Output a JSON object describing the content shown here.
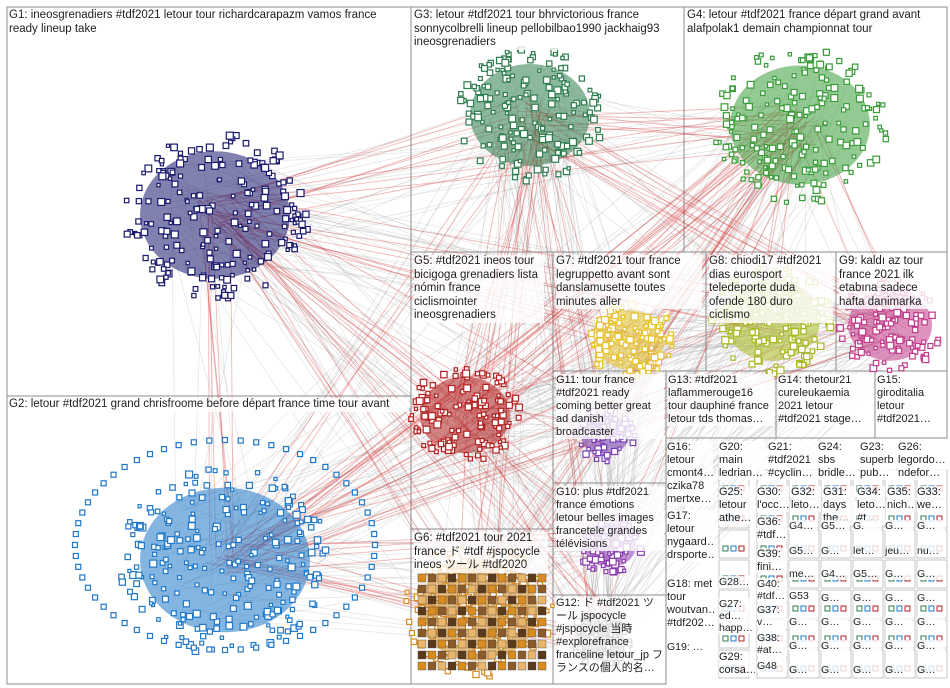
{
  "graph": {
    "groups": [
      {
        "id": "G1",
        "label": "G1: ineosgrenadiers #tdf2021 letour tour richardcarapazm vamos france ready lineup take",
        "color": "#1a1a6e"
      },
      {
        "id": "G2",
        "label": "G2: letour #tdf2021 grand chrisfroome before départ france time tour avant",
        "color": "#1f78c8"
      },
      {
        "id": "G3",
        "label": "G3: letour #tdf2021 tour bhrvictorious france sonnycolbrelli lineup pellobilbao1990 jackhaig93 ineosgrenadiers",
        "color": "#2e7d4f"
      },
      {
        "id": "G4",
        "label": "G4: letour #tdf2021 france départ grand avant alafpolak1 demain championnat tour",
        "color": "#3a9d3a"
      },
      {
        "id": "G5",
        "label": "G5: #tdf2021 ineos tour bicigoga grenadiers lista nómin france ciclismointer ineosgrenadiers",
        "color": "#b22222"
      },
      {
        "id": "G6",
        "label": "G6: #tdf2021 tour 2021 france ド #tdf #jspocycle ineos ツール #tdf2020",
        "color": "#d98c1f"
      },
      {
        "id": "G7",
        "label": "G7: #tdf2021 tour france legruppetto avant sont danslamusette toutes minutes aller",
        "color": "#e6c229"
      },
      {
        "id": "G8",
        "label": "G8: chiodi17 #tdf2021 dias eurosport teledeporte duda ofende 180 duro ciclismo",
        "color": "#a8b820"
      },
      {
        "id": "G9",
        "label": "G9: kaldı az tour france 2021 ilk etabına sadece hafta danimarka",
        "color": "#c23b8a"
      },
      {
        "id": "G10",
        "label": "G10: plus #tdf2021 france émotions letour belles images francetele grandes télévisions",
        "color": "#8a3bb0"
      },
      {
        "id": "G11",
        "label": "G11: tour france #tdf2021 ready coming better great ad danish broadcaster",
        "color": "#7a3fb4"
      },
      {
        "id": "G12",
        "label": "G12: ド #tdf2021 ツール jspocycle #jspocycle 当時 #explorefrance franceline letour_jp フランスの個人的名…",
        "color": "#555555"
      },
      {
        "id": "G13",
        "label": "G13: #tdf2021 laflammerouge16 tour dauphiné france letour tds thomas…",
        "color": "#3b6fb0"
      },
      {
        "id": "G14",
        "label": "G14: thetour21 cureleukaemia 2021 letour #tdf2021 stage…",
        "color": "#3b6fb0"
      },
      {
        "id": "G15",
        "label": "G15: giroditalia letour #tdf2021…",
        "color": "#3b6fb0"
      },
      {
        "id": "G16",
        "label": "G16: letour cmont4… czika78 mertxe…",
        "color": "#555555"
      },
      {
        "id": "G17",
        "label": "G17: letour nygaard… drsporte…",
        "color": "#555555"
      },
      {
        "id": "G18",
        "label": "G18: met tour woutvan… #tdf202…",
        "color": "#555555"
      },
      {
        "id": "G19",
        "label": "G19: …",
        "color": "#555555"
      },
      {
        "id": "G20",
        "label": "G20: main ledrian…",
        "color": "#555555"
      },
      {
        "id": "G21",
        "label": "G21: #tdf2021 #cyclin…",
        "color": "#555555"
      },
      {
        "id": "G23",
        "label": "G23: superb pub…",
        "color": "#555555"
      },
      {
        "id": "G24",
        "label": "G24: sbs bridle…",
        "color": "#555555"
      },
      {
        "id": "G25",
        "label": "G25: letour athe…",
        "color": "#555555"
      },
      {
        "id": "G26",
        "label": "G26: legordo… ndefor…",
        "color": "#555555"
      },
      {
        "id": "G27",
        "label": "G27: ed… happ…",
        "color": "#555555"
      },
      {
        "id": "G28",
        "label": "G28…",
        "color": "#555555"
      },
      {
        "id": "G29",
        "label": "G29: corsa…",
        "color": "#555555"
      },
      {
        "id": "G30",
        "label": "G30: l'occ…",
        "color": "#555555"
      },
      {
        "id": "G31",
        "label": "G31: days the…",
        "color": "#555555"
      },
      {
        "id": "G32",
        "label": "G32: leto…",
        "color": "#555555"
      },
      {
        "id": "G33",
        "label": "G33: we…",
        "color": "#555555"
      },
      {
        "id": "G34",
        "label": "G34: leto… #t…",
        "color": "#555555"
      },
      {
        "id": "G35",
        "label": "G35: nich…",
        "color": "#555555"
      },
      {
        "id": "G36",
        "label": "G36: #tdf…",
        "color": "#555555"
      },
      {
        "id": "G37",
        "label": "G37: v…",
        "color": "#555555"
      },
      {
        "id": "G38",
        "label": "G38: #at…",
        "color": "#555555"
      },
      {
        "id": "G39",
        "label": "G39: fini…",
        "color": "#555555"
      },
      {
        "id": "G40",
        "label": "G40: #tdf…",
        "color": "#555555"
      },
      {
        "id": "G48",
        "label": "G48",
        "color": "#555555"
      },
      {
        "id": "G53",
        "label": "G53",
        "color": "#555555"
      }
    ],
    "small_grid_labels": [
      "G4…",
      "G5…",
      "G.",
      "G…",
      "G…",
      "G5…",
      "G…",
      "let…",
      "jeu…",
      "nu…",
      "me…",
      "G4…",
      "G5…",
      "G…",
      "G…",
      "G…",
      "G…",
      "G…",
      "G…",
      "G…",
      "G…",
      "G…",
      "G…",
      "G…",
      "G…",
      "G…",
      "G…",
      "G…",
      "G…",
      "G…",
      "G…",
      "G…",
      "G…",
      "G…",
      "G…",
      "G…",
      "G…",
      "G…",
      "G…",
      "G…",
      "G…",
      "G…",
      "G…",
      "G…",
      "G…",
      "GG"
    ]
  }
}
